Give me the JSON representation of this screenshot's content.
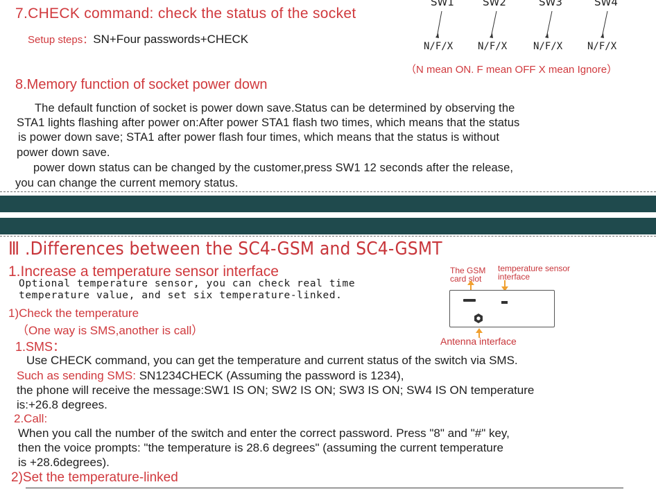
{
  "section7": {
    "title": "7.CHECK  command: check the status of the socket",
    "setup_label": "Setup steps：",
    "setup_text": "SN+Four  passwords+CHECK"
  },
  "switch_diagram": {
    "switches": [
      {
        "label": "SW1",
        "value": "N/F/X"
      },
      {
        "label": "SW2",
        "value": "N/F/X"
      },
      {
        "label": "SW3",
        "value": "N/F/X"
      },
      {
        "label": "SW4",
        "value": "N/F/X"
      }
    ],
    "legend": "（N mean ON. F mean  OFF  X mean Ignore）"
  },
  "section8": {
    "title": "8.Memory  function of socket power down",
    "lines": [
      "The default function of socket is power down save.Status can be determined by observing the",
      "STA1 lights flashing after power on:After power STA1 flash two times, which means that the status",
      "is power down save; STA1 after power flash four times, which means that the status is without",
      "power down save.",
      "power down status can be changed by the customer,press SW1 12 seconds after the release,",
      "you can change the current memory status."
    ]
  },
  "section3": {
    "title": "Ⅲ .Differences between the SC4-GSM and SC4-GSMT",
    "sub1_title": "1.Increase a temperature sensor interface",
    "sub1_lines": [
      "Optional temperature sensor, you can check real time",
      "temperature value, and set six temperature-linked."
    ],
    "check_title": "1)Check the temperature",
    "check_sub": "（One way is SMS,another is call）",
    "sms_title": "1.SMS：",
    "sms_line": "Use CHECK command, you can get the temperature and current status of the switch via SMS.",
    "example_label": "Such as sending SMS:",
    "example_text": " SN1234CHECK (Assuming the password is 1234),",
    "receive_lines": [
      "the phone will receive the message:SW1 IS ON; SW2 IS ON; SW3 IS ON; SW4 IS ON  temperature",
      "is:+26.8 degrees."
    ],
    "call_title": "2.Call:",
    "call_lines": [
      "When you call the number of the switch and enter the correct password. Press \"8\" and \"#\" key,",
      "then the voice prompts: \"the temperature is 28.6 degrees\" (assuming the current temperature",
      "is +28.6degrees)."
    ],
    "set_title": "2)Set the temperature-linked"
  },
  "device_diagram": {
    "gsm_label_1": "The GSM",
    "gsm_label_2": "card slot",
    "temp_label_1": "temperature sensor",
    "temp_label_2": "interface",
    "antenna_label": "Antenna interface"
  },
  "colors": {
    "accent_red": "#d0393d",
    "band": "#1f4a4d",
    "arrow_orange": "#f0a030"
  }
}
